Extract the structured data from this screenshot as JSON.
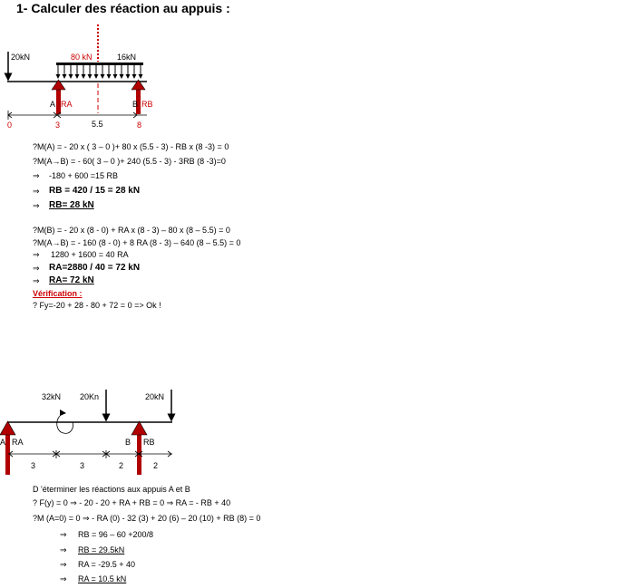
{
  "title": "1-  Calculer des réaction au appuis :",
  "beam1": {
    "load_left": "20kN",
    "load_dist_total": "80 kN",
    "load_dist_unit": "16kN",
    "label_A": "A",
    "label_RA": "RA",
    "label_B": "B",
    "label_RB": "RB",
    "dim_mid": "5.5",
    "pos_0": "0",
    "pos_3": "3",
    "pos_8": "8",
    "colors": {
      "reaction": "#b00000",
      "dim_red": "#cc0000"
    }
  },
  "calc1": {
    "l1": "?M(A) = - 20 x ( 3 – 0 )+ 80 x (5.5 - 3) - RB x (8 -3) = 0",
    "l2": "?M(A→B) = - 60( 3 – 0 )+ 240 (5.5 - 3) - 3RB (8 -3)=0",
    "l3": "-180 + 600 =15 RB",
    "l4": "RB = 420 / 15 = 28 kN",
    "l5": "RB= 28 kN",
    "l6": "?M(B) = - 20 x (8 - 0) + RA x (8 - 3) – 80 x (8 – 5.5) = 0",
    "l7": "?M(A→B) = - 160 (8 - 0) + 8 RA (8 - 3) – 640 (8 – 5.5) = 0",
    "l8": "1280 + 1600 = 40 RA",
    "l9": "RA=2880  / 40 = 72 kN",
    "l10": "RA= 72 kN",
    "verif_label": "Vérification :",
    "verif": "? Fy=-20 +  28  -  80  + 72   = 0       => Ok !"
  },
  "beam2": {
    "load_32": "32kN",
    "load_20a": "20Kn",
    "load_20b": "20kN",
    "label_A": "A",
    "label_RA": "RA",
    "label_B": "B",
    "label_RB": "RB",
    "dims": [
      "3",
      "3",
      "2",
      "2"
    ]
  },
  "calc2": {
    "intro": "D 'éterminer les réactions aux appuis A et B",
    "l1": "? F(y) = 0 ⇒  - 20 - 20 + RA + RB = 0 ⇒  RA = - RB + 40",
    "l2": "?M (A=0) = 0 ⇒  - RA (0) - 32 (3) + 20 (6) – 20 (10) + RB (8) = 0",
    "l3": "RB = 96 – 60 +200/8",
    "l4": "RB  = 29.5kN",
    "l5": "RA =  -29.5 + 40",
    "l6": "RA =  10.5 kN"
  }
}
